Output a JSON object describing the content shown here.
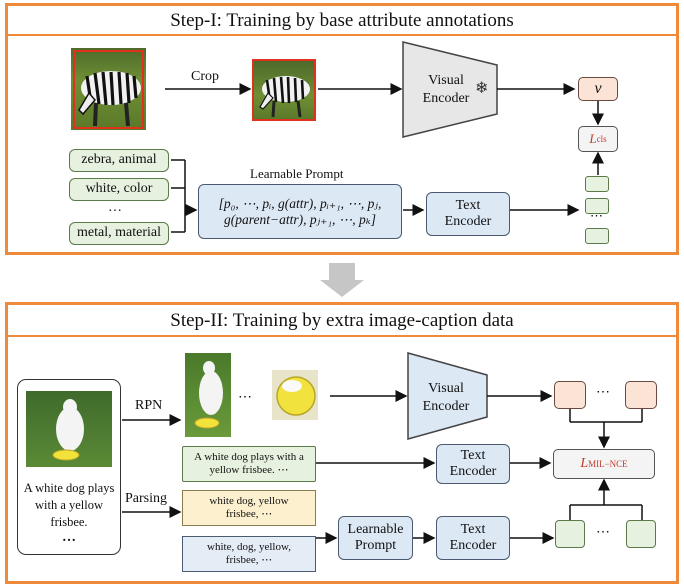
{
  "step1": {
    "title": "Step-I: Training by base attribute annotations",
    "crop_label": "Crop",
    "visual_encoder": "Visual Encoder",
    "frozen_icon": "snowflake-icon",
    "v_label": "v",
    "loss_label": "L",
    "loss_sub": "cls",
    "learnable_prompt_title": "Learnable Prompt",
    "prompt_line1": "[p₀, ⋯, pᵢ, g(attr), pᵢ₊₁, ⋯, pⱼ,",
    "prompt_line2": "g(parent−attr), pⱼ₊₁, ⋯, pₖ]",
    "text_encoder": "Text Encoder",
    "attributes": [
      "zebra, animal",
      "white, color",
      "…",
      "metal, material"
    ],
    "ellipsis": "⋯"
  },
  "step2": {
    "title": "Step-II: Training by extra image-caption data",
    "caption_text": "A white dog plays with a yellow frisbee.",
    "caption_ellipsis": "…",
    "rpn_label": "RPN",
    "parsing_label": "Parsing",
    "visual_encoder": "Visual Encoder",
    "text_encoder_1": "Text Encoder",
    "text_encoder_2": "Text Encoder",
    "learnable_prompt": "Learnable Prompt",
    "caption_box": "A white dog plays with a yellow frisbee. ⋯",
    "phrase_box": "white dog, yellow frisbee, ⋯",
    "words_box": "white, dog, yellow, frisbee, ⋯",
    "loss_label": "L",
    "loss_sub": "MIL−NCE",
    "ellipsis": "⋯"
  },
  "colors": {
    "accent": "#ef8a3a",
    "loss": "#c0392b",
    "green": "#e6f1df",
    "blue": "#dde8f5",
    "pink": "#fbe3d6",
    "yellow": "#fdf0cf"
  }
}
